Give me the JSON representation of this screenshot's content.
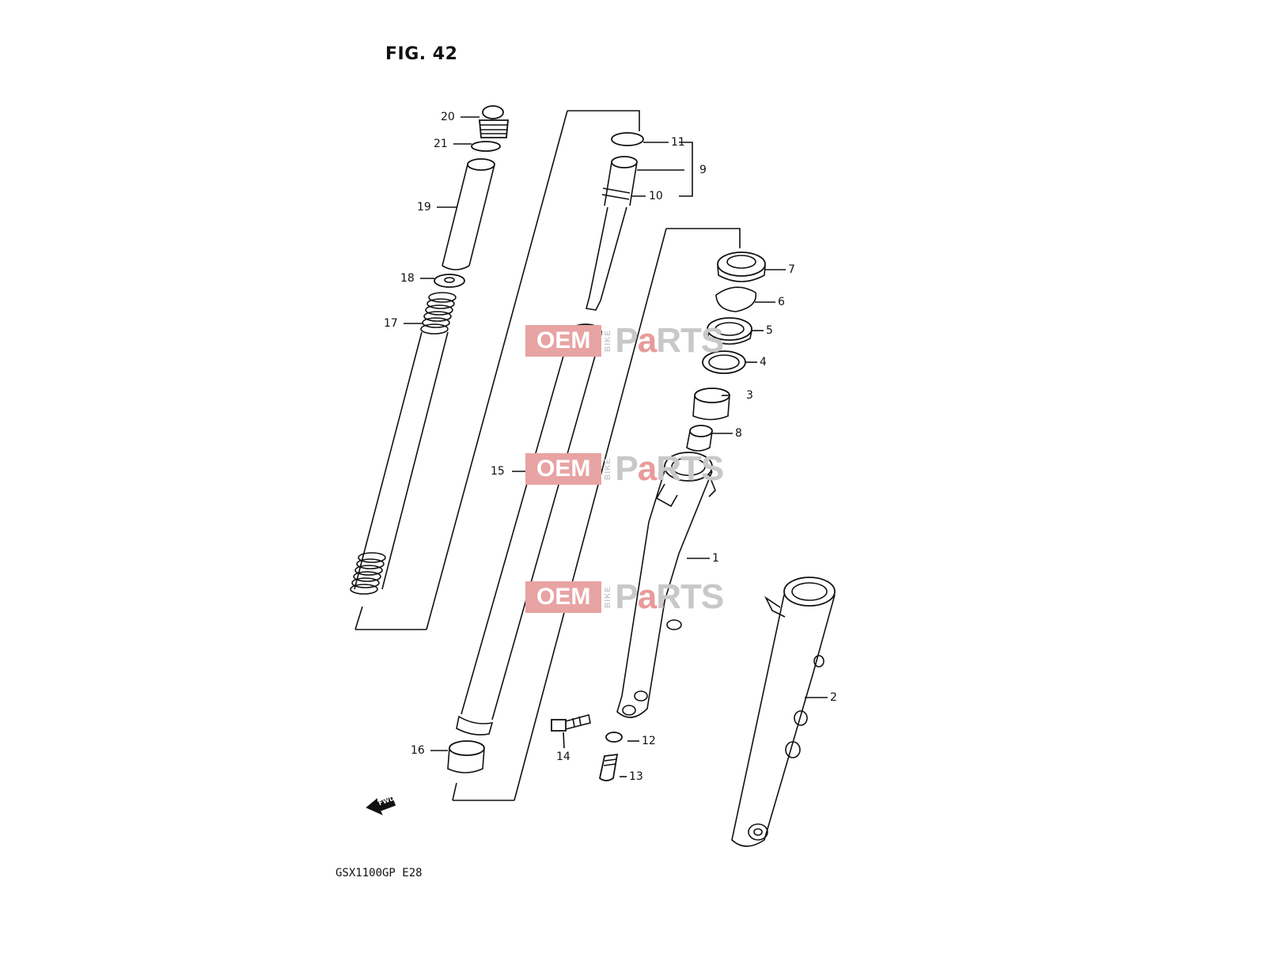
{
  "figure": {
    "title": "FIG. 42",
    "model_code": "GSX1100GP  E28"
  },
  "callouts": [
    "1",
    "2",
    "3",
    "4",
    "5",
    "6",
    "7",
    "8",
    "9",
    "10",
    "11",
    "12",
    "13",
    "14",
    "15",
    "16",
    "17",
    "18",
    "19",
    "20",
    "21"
  ],
  "watermark": {
    "oem": "OEM",
    "bike": "BIKE",
    "parts_p": "P",
    "parts_a": "a",
    "parts_rest": "RTS"
  },
  "fwd_arrow": {
    "label": "FWD"
  }
}
